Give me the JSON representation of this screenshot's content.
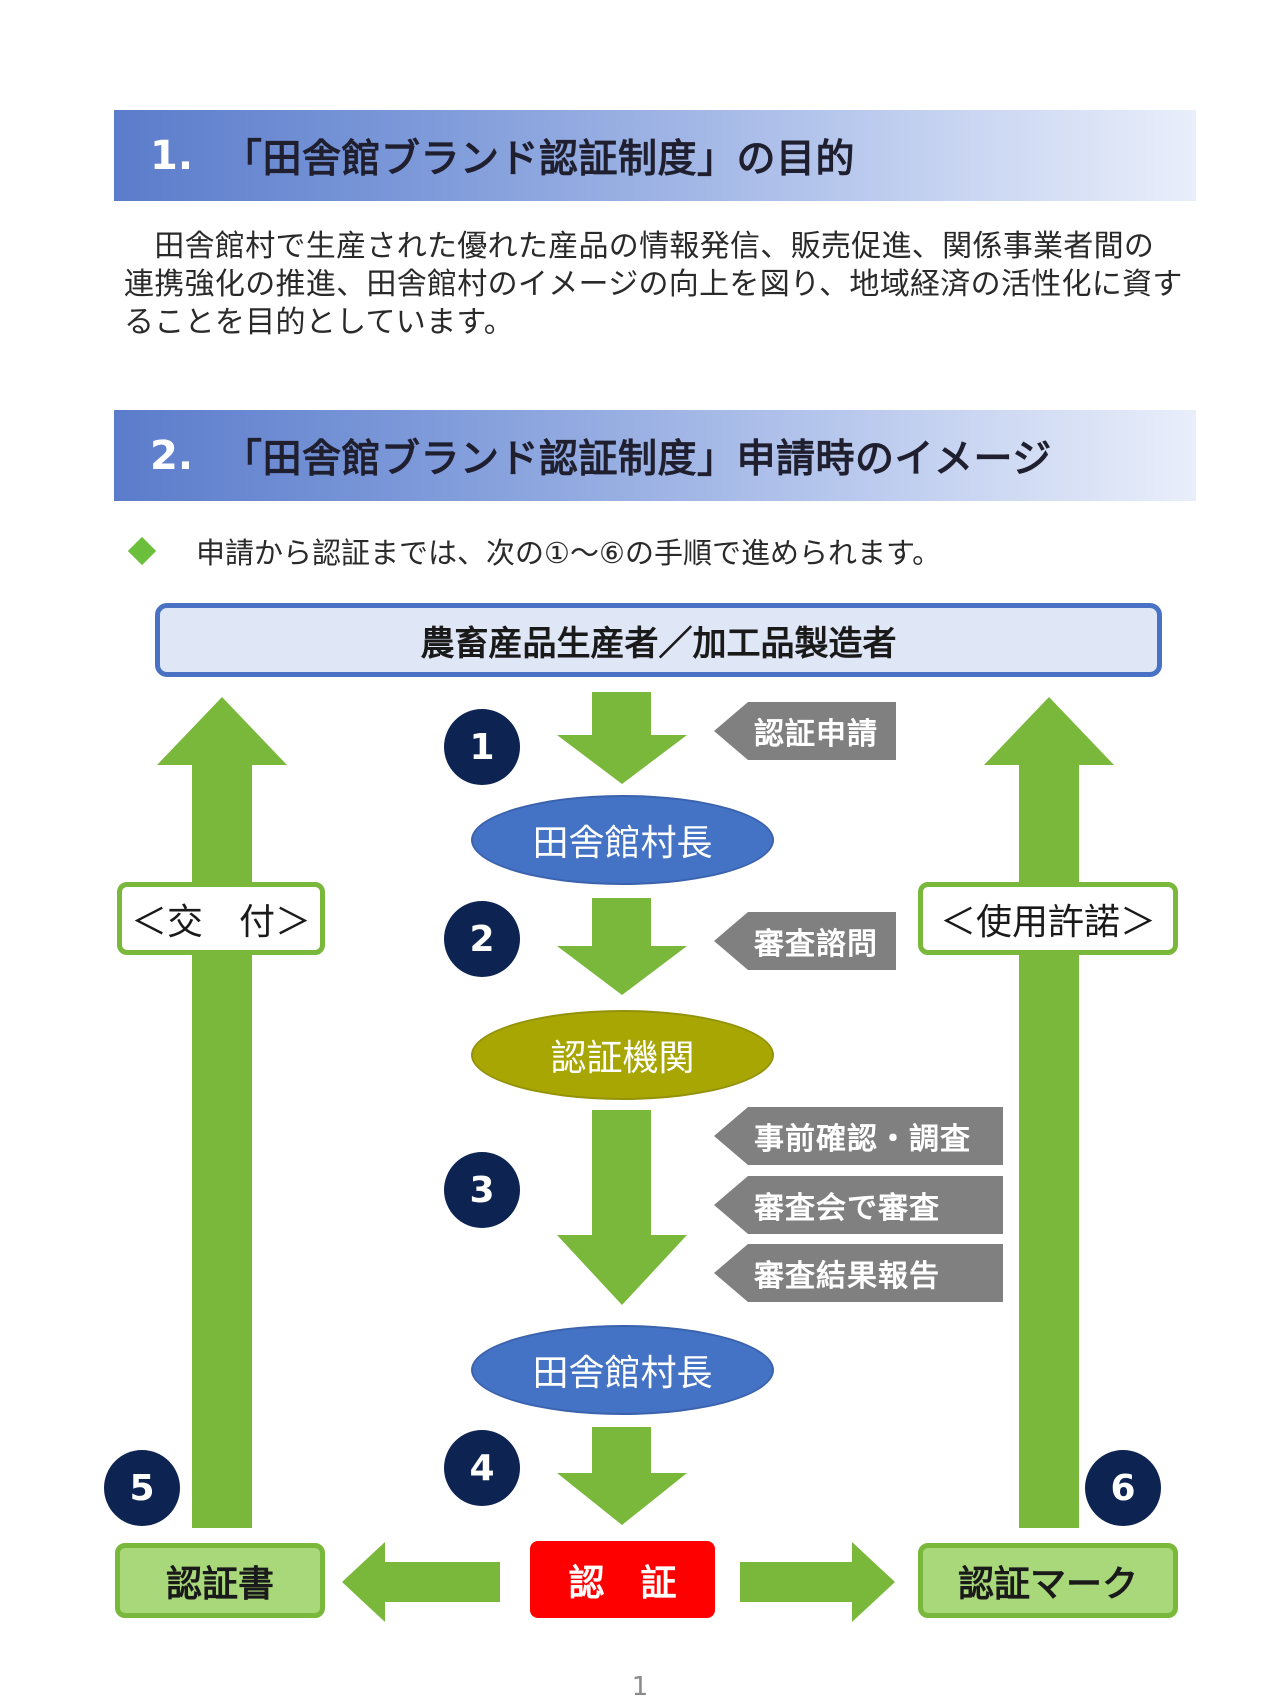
{
  "section1": {
    "number": "1.",
    "title": "「田舎館ブランド認証制度」の目的"
  },
  "purpose_text": "　田舎館村で生産された優れた産品の情報発信、販売促進、関係事業者間の連携強化の推進、田舎館村のイメージの向上を図り、地域経済の活性化に資することを目的としています。",
  "section2": {
    "number": "2.",
    "title": "「田舎館ブランド認証制度」申請時のイメージ"
  },
  "bullet_text": "申請から認証までは、次の①～⑥の手順で進められます。",
  "diagram": {
    "producer": "農畜産品生産者／加工品製造者",
    "village_head_1": "田舎館村長",
    "cert_body": "認証機関",
    "village_head_2": "田舎館村長",
    "certify": "認　証",
    "certificate": "認証書",
    "cert_mark": "認証マーク",
    "issue": "＜交　付＞",
    "permission": "＜使用許諾＞",
    "steps": [
      "1",
      "2",
      "3",
      "4",
      "5",
      "6"
    ],
    "tag_apply": "認証申請",
    "tag_consult": "審査諮問",
    "tag_pre_check": "事前確認・調査",
    "tag_review": "審査会で審査",
    "tag_report": "審査結果報告",
    "colors": {
      "arrow_green": "#7ab83c",
      "header_blue": "#4472c4",
      "step_navy": "#0d2452",
      "certify_red": "#ff0000",
      "olive": "#a7a602"
    }
  },
  "page_number": "1"
}
